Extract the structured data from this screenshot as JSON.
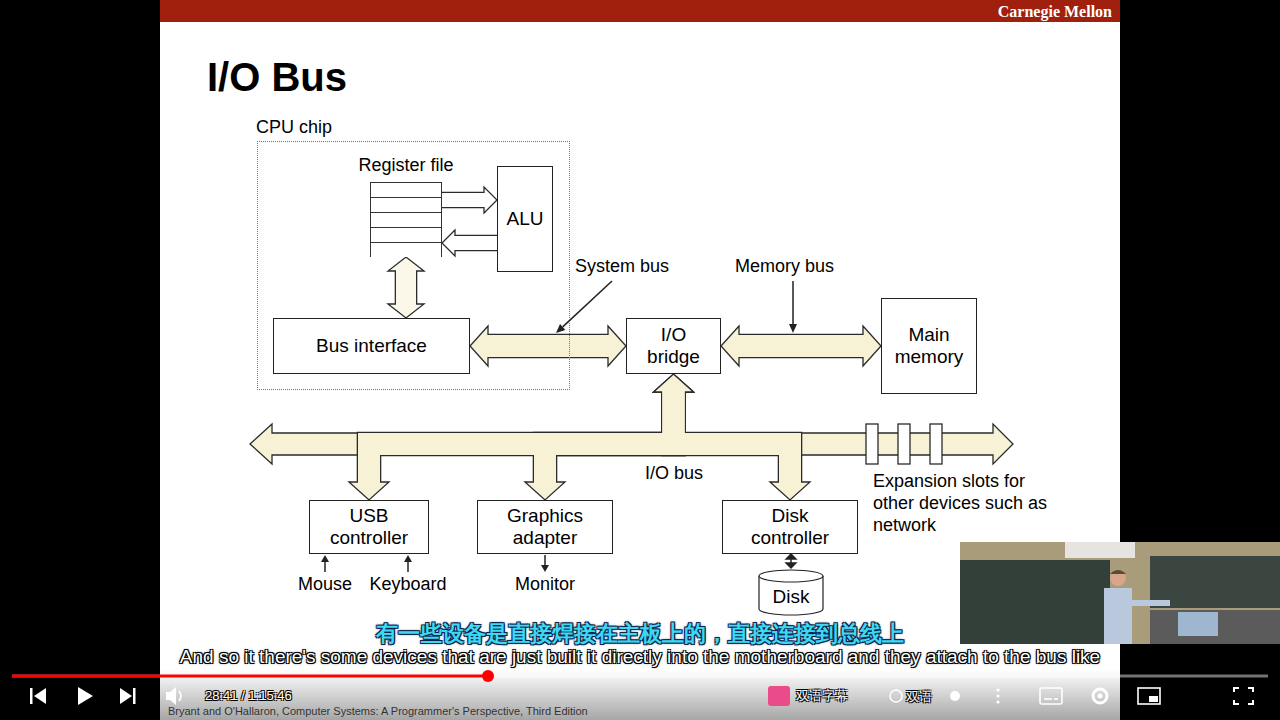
{
  "diagram": {
    "title": "I/O Bus",
    "nodes": [
      {
        "text": [
          "CPU chip"
        ]
      },
      {
        "text": [
          "Register file"
        ],
        "in": 0
      },
      {
        "text": [
          "ALU"
        ],
        "in": 0
      },
      {
        "text": [
          "Bus interface"
        ],
        "in": 0
      },
      {
        "text": [
          "I/O bridge"
        ]
      },
      {
        "text": [
          "Main memory"
        ]
      },
      {
        "text": [
          "USB controller"
        ]
      },
      {
        "text": [
          "Graphics adapter"
        ]
      },
      {
        "text": [
          "Disk controller"
        ]
      },
      {
        "text": [
          "Disk"
        ]
      }
    ],
    "edges": [
      {
        "from": 1,
        "to": 2,
        "arrow": "to"
      },
      {
        "from": 2,
        "to": 1,
        "arrow": "to"
      },
      {
        "from": 1,
        "to": 3,
        "arrow": "both"
      },
      {
        "from": 3,
        "to": 4,
        "arrow": "both"
      },
      {
        "from": 4,
        "to": 5,
        "arrow": "both"
      },
      {
        "from": 4,
        "to": 6,
        "arrow": "both"
      },
      {
        "from": 4,
        "to": 7,
        "arrow": "both"
      },
      {
        "from": 4,
        "to": 8,
        "arrow": "both"
      },
      {
        "from": 8,
        "to": 9,
        "arrow": "both"
      }
    ],
    "labels": [
      "Carnegie Mellon",
      "System bus",
      "Memory bus",
      "I/O bus",
      "Expansion slots for other devices such as network",
      "Mouse",
      "Keyboard",
      "Monitor",
      "有一些设备是直接焊接在主板上的，直接连接到总线上",
      "And so it there's some devices that are just built it directly into the motherboard and they attach to the bus like",
      "28:41 / 1:15:46",
      "双语字幕",
      "双语",
      "Bryant and O'Hallaron, Computer Systems: A Programmer's Perspective, Third Edition"
    ]
  }
}
